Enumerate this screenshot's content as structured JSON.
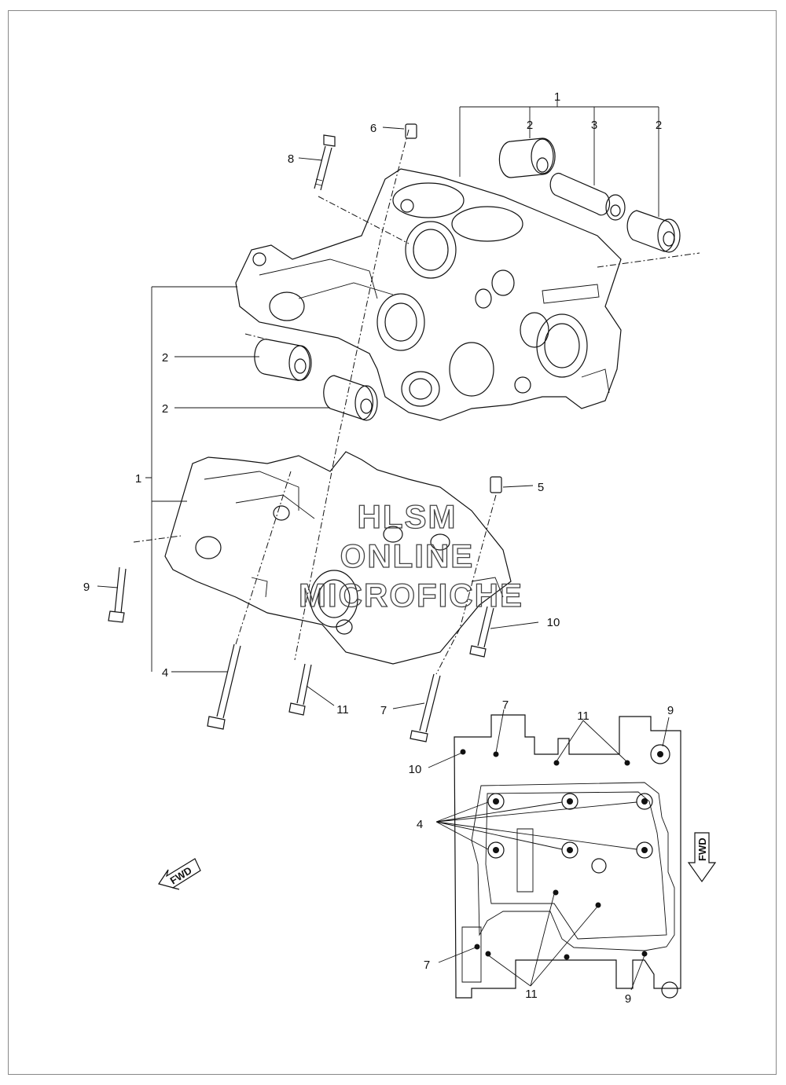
{
  "callouts": {
    "c1_top": "1",
    "c2_tl": "2",
    "c3": "3",
    "c2_tr": "2",
    "c6": "6",
    "c8": "8",
    "c2_a": "2",
    "c2_b": "2",
    "c1_left": "1",
    "c5": "5",
    "c9_left": "9",
    "c10_left": "10",
    "c4_left": "4",
    "c11_left": "11",
    "c7_left": "7",
    "inset_7_top": "7",
    "inset_11_top": "11",
    "inset_9_top": "9",
    "inset_10": "10",
    "inset_4": "4",
    "inset_7_bottom": "7",
    "inset_11_bottom": "11",
    "inset_9_bottom": "9"
  },
  "fwd_label": "FWD",
  "fwd_label_inset": "FWD",
  "watermark": {
    "line1": "HLSM",
    "line2": "ONLINE",
    "line3": "MICROFICHE"
  },
  "icons": [
    "fwd-arrow-icon",
    "fwd-arrow-down-icon"
  ]
}
